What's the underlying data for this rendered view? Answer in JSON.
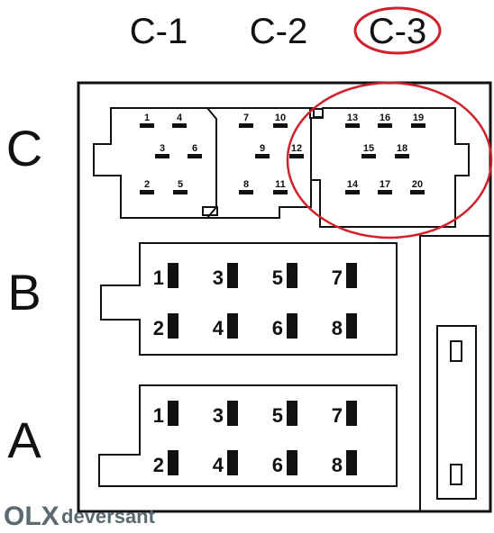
{
  "columns": [
    "C-1",
    "C-2",
    "C-3"
  ],
  "rows": [
    "C",
    "B",
    "A"
  ],
  "highlight_color": "#d0202a",
  "highlighted": "C-3",
  "connector_c": {
    "pins": [
      "1",
      "2",
      "3",
      "4",
      "5",
      "6",
      "7",
      "8",
      "9",
      "10",
      "11",
      "12",
      "13",
      "14",
      "15",
      "16",
      "17",
      "18",
      "19",
      "20"
    ]
  },
  "connector_b": {
    "pins": [
      "1",
      "2",
      "3",
      "4",
      "5",
      "6",
      "7",
      "8"
    ]
  },
  "connector_a": {
    "pins": [
      "1",
      "2",
      "3",
      "4",
      "5",
      "6",
      "7",
      "8"
    ]
  },
  "watermark": {
    "logo": "OLX",
    "user": "deversant"
  }
}
